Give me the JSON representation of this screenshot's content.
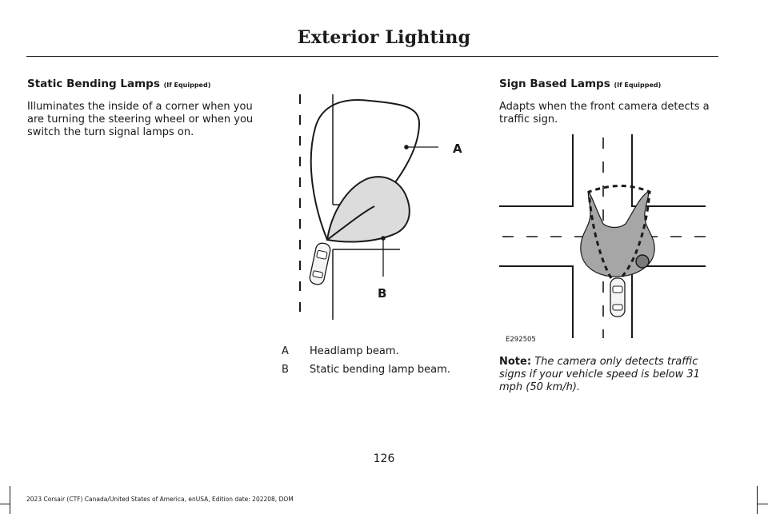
{
  "page": {
    "header_title": "Exterior Lighting",
    "page_number": "126",
    "footer": "2023 Corsair (CTF) Canada/United States of America, enUSA, Edition date: 202208, DOM"
  },
  "static_bending": {
    "title": "Static Bending Lamps",
    "equipped": "(If Equipped)",
    "body": "Illuminates the inside of a corner when you are turning the steering wheel or when you switch the turn signal lamps on.",
    "figure_labels": {
      "a": "A",
      "b": "B"
    },
    "key": [
      {
        "letter": "A",
        "description": "Headlamp beam."
      },
      {
        "letter": "B",
        "description": "Static bending lamp beam."
      }
    ]
  },
  "sign_based": {
    "title": "Sign Based Lamps",
    "equipped": "(If Equipped)",
    "body": "Adapts when the front camera detects a traffic sign.",
    "figure_id": "E292505",
    "note_label": "Note:",
    "note_body": "The camera only detects traffic signs if your vehicle speed is below 31 mph (50 km/h)."
  },
  "colors": {
    "text": "#1a1a1a",
    "beam_fill_light": "#dcdcdc",
    "beam_fill_dark": "#a6a6a6"
  }
}
